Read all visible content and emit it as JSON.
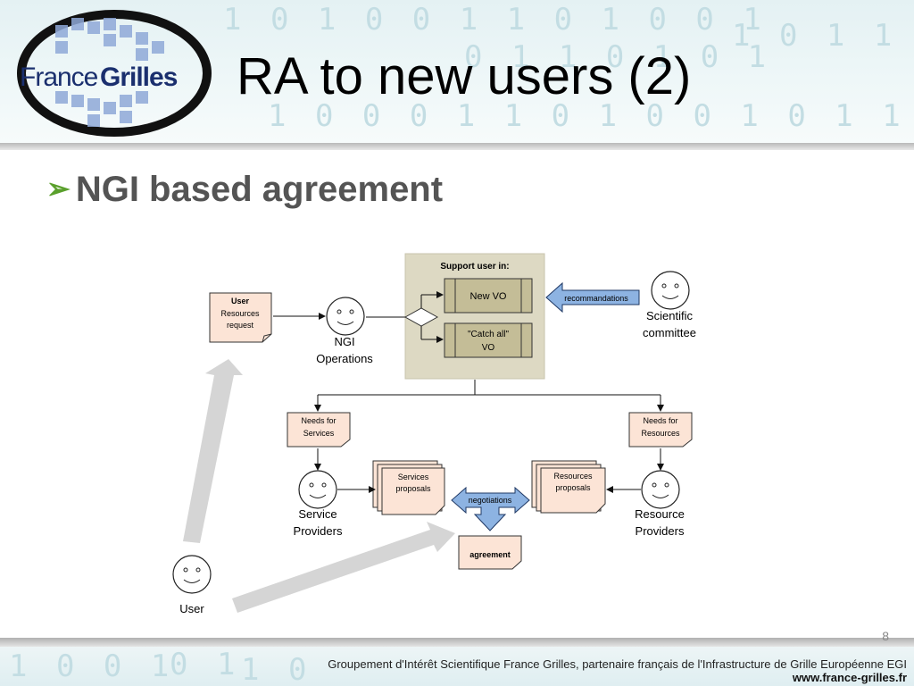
{
  "title": "RA to new users (2)",
  "bullet": "NGI based agreement",
  "logo": {
    "text_france": "France",
    "text_grilles": "Grilles"
  },
  "diagram": {
    "support_title": "Support user in:",
    "new_vo": "New VO",
    "catch_all_line1": "\"Catch all\"",
    "catch_all_line2": "VO",
    "recommandations": "recommandations",
    "scientific_line1": "Scientific",
    "scientific_line2": "committee",
    "user_req_line1": "User",
    "user_req_line2": "Resources",
    "user_req_line3": "request",
    "ngi_line1": "NGI",
    "ngi_line2": "Operations",
    "needs_services_line1": "Needs for",
    "needs_services_line2": "Services",
    "needs_resources_line1": "Needs for",
    "needs_resources_line2": "Resources",
    "services_proposals_line1": "Services",
    "services_proposals_line2": "proposals",
    "resources_proposals_line1": "Resources",
    "resources_proposals_line2": "proposals",
    "negotiations": "negotiations",
    "agreement": "agreement",
    "service_providers_line1": "Service",
    "service_providers_line2": "Providers",
    "resource_providers_line1": "Resource",
    "resource_providers_line2": "Providers",
    "user": "User"
  },
  "footer": {
    "page_number": "8",
    "text": "Groupement d'Intérêt Scientifique France Grilles, partenaire français de l'Infrastructure de Grille Européenne EGI",
    "url": "www.france-grilles.fr"
  }
}
